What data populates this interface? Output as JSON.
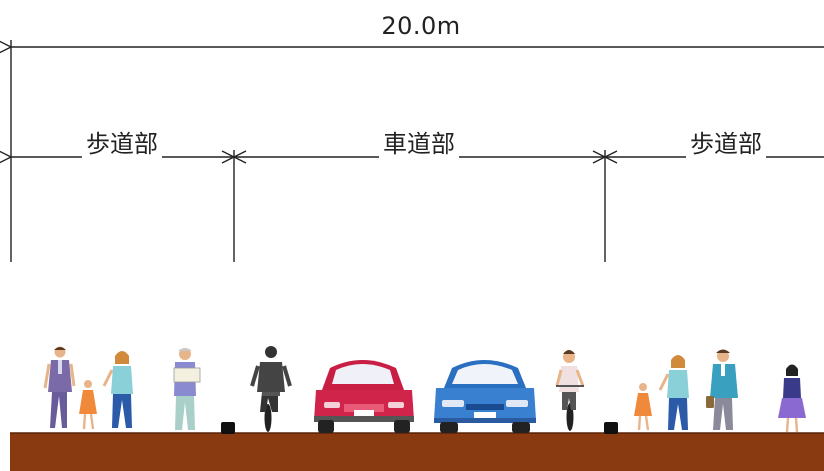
{
  "dimensions": {
    "total_width_label": "20.0m",
    "sections": [
      {
        "id": "sidewalk-left",
        "label": "歩道部"
      },
      {
        "id": "roadway",
        "label": "車道部"
      },
      {
        "id": "sidewalk-right",
        "label": "歩道部"
      }
    ]
  },
  "colors": {
    "ground": "#8a3a10",
    "dimension_line": "#222222",
    "red_car": "#d0244a",
    "blue_car": "#2a6fc0",
    "curb": "#111111"
  },
  "figures": {
    "left_sidewalk": [
      "man-walking",
      "child",
      "woman-walking",
      "elderly-man-reading"
    ],
    "roadway": [
      "cyclist-back",
      "red-car",
      "blue-car",
      "cyclist-front"
    ],
    "right_sidewalk": [
      "child",
      "woman-walking",
      "man-with-bag",
      "girl-walking"
    ]
  }
}
